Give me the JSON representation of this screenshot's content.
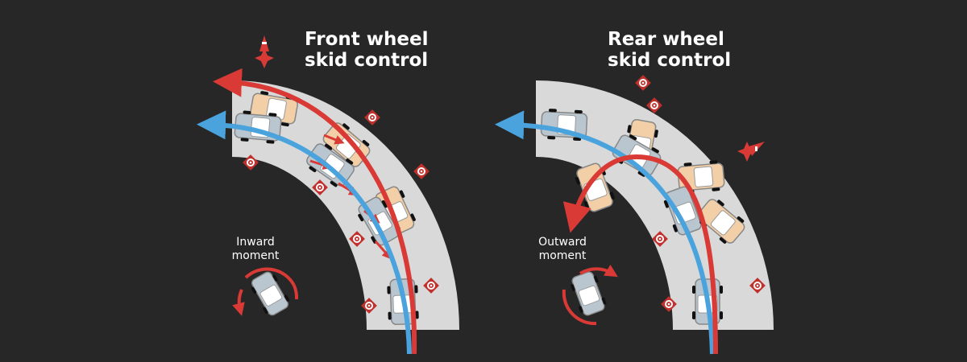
{
  "front": {
    "title_line1": "Front wheel",
    "title_line2": "skid control",
    "moment_line1": "Inward",
    "moment_line2": "moment"
  },
  "rear": {
    "title_line1": "Rear wheel",
    "title_line2": "skid control",
    "moment_line1": "Outward",
    "moment_line2": "moment"
  },
  "colors": {
    "background": "#272727",
    "road": "#d9d9d9",
    "red": "#d93a36",
    "blue": "#4aa3dc",
    "tan_car": "#f2cfa6",
    "gray_car": "#b9c6cf"
  }
}
